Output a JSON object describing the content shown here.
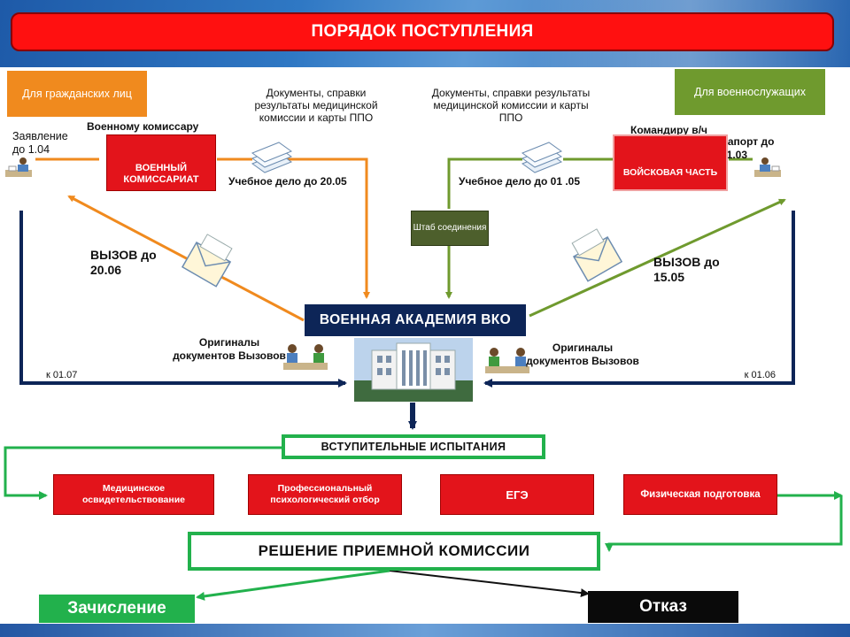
{
  "title": "ПОРЯДОК ПОСТУПЛЕНИЯ",
  "left": {
    "category_label": "Для гражданских лиц",
    "statement_label": "Заявление до 1.04",
    "commissar_label": "Военному комиссару",
    "commissariat_box": "ВОЕННЫЙ КОМИССАРИАТ",
    "docs_label": "Документы, справки результаты медицинской комиссии и карты ППО",
    "study_file_label": "Учебное дело до 20.05",
    "call_label": "ВЫЗОВ до 20.06",
    "originals_label": "Оригиналы документов Вызовов",
    "deadline_label": "к 01.07"
  },
  "right": {
    "category_label": "Для военнослужащих",
    "commander_label": "Командиру в/ч",
    "report_label": "Рапорт до 01.03",
    "unit_box": "ВОЙСКОВАЯ ЧАСТЬ",
    "docs_label": "Документы, справки результаты медицинской комиссии и карты ППО",
    "study_file_label": "Учебное дело до 01 .05",
    "hq_box": "Штаб соединения",
    "call_label": "ВЫЗОВ до 15.05",
    "originals_label": "Оригиналы документов Вызовов",
    "deadline_label": "к 01.06"
  },
  "academy_label": "ВОЕННАЯ АКАДЕМИЯ ВКО",
  "entrance_tests_label": "ВСТУПИТЕЛЬНЫЕ ИСПЫТАНИЯ",
  "tests": [
    "Медицинское освидетельствование",
    "Профессиональный психологический отбор",
    "ЕГЭ",
    "Физическая подготовка"
  ],
  "decision_label": "РЕШЕНИЕ ПРИЕМНОЙ КОМИССИИ",
  "enrollment_label": "Зачисление",
  "rejection_label": "Отказ",
  "colors": {
    "orange": "#f08a1e",
    "olive_green": "#6f9a2e",
    "red": "#e3141b",
    "navy": "#0d2557",
    "bright_green": "#22b14c"
  }
}
